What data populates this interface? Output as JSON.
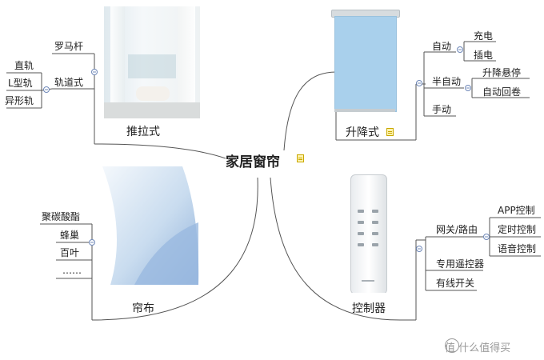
{
  "center": {
    "title": "家居窗帘"
  },
  "branches": {
    "sliding": {
      "label": "推拉式",
      "children": {
        "roman_rod": "罗马杆",
        "track": "轨道式",
        "track_children": [
          "直轨",
          "L型轨",
          "异形轨"
        ]
      }
    },
    "lifting": {
      "label": "升降式",
      "children": {
        "auto": "自动",
        "auto_children": [
          "充电",
          "插电"
        ],
        "semi_auto": "半自动",
        "semi_children": [
          "升降悬停",
          "自动回卷"
        ],
        "manual": "手动"
      }
    },
    "fabric": {
      "label": "帘布",
      "children": [
        "聚碳酸酯",
        "蜂巢",
        "百叶",
        "……"
      ]
    },
    "controller": {
      "label": "控制器",
      "children": {
        "gateway": "网关/路由",
        "gateway_children": [
          "APP控制",
          "定时控制",
          "语音控制"
        ],
        "remote": "专用遥控器",
        "wired": "有线开关"
      }
    }
  },
  "watermark": {
    "text": "值 什么值得买"
  },
  "colors": {
    "line": "#555555",
    "collapse": "#6f88b8",
    "shade": "#a9d0ec"
  }
}
